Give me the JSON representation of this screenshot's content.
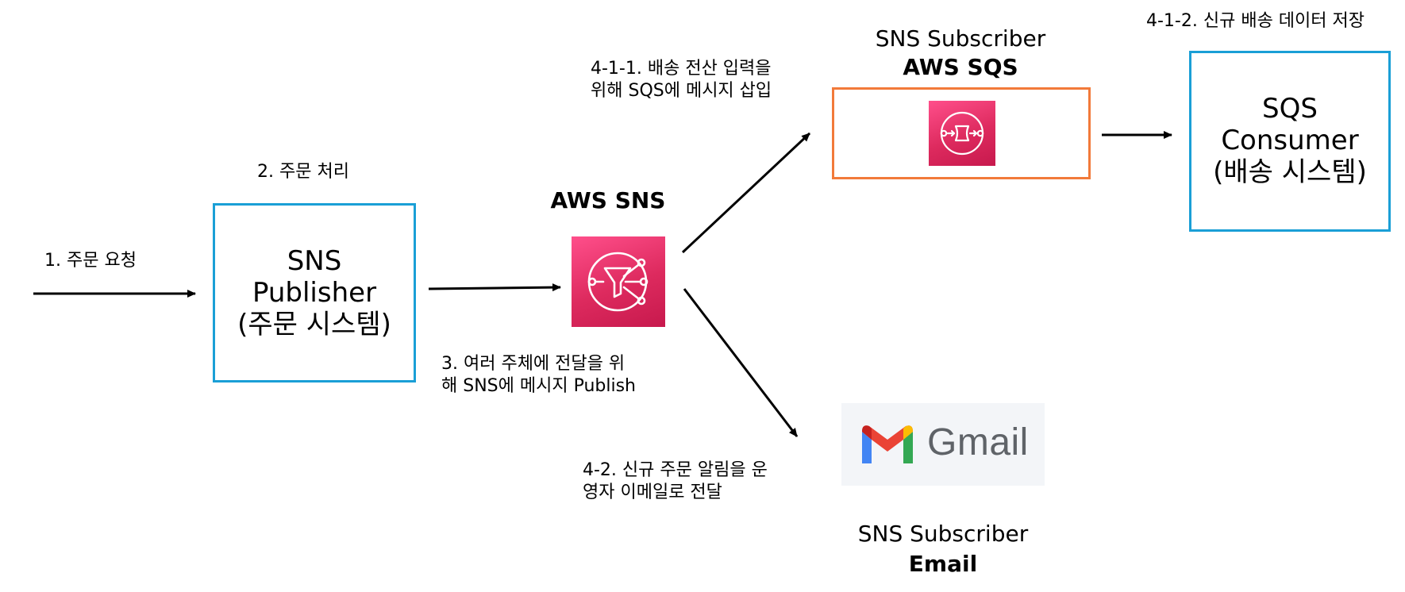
{
  "steps": {
    "s1": "1.  주문 요청",
    "s2": "2. 주문 처리",
    "s3_line1": "3. 여러 주체에 전달을 위",
    "s3_line2": "해 SNS에 메시지 Publish",
    "s411_line1": "4-1-1. 배송 전산 입력을",
    "s411_line2": "위해 SQS에 메시지 삽입",
    "s412": "4-1-2. 신규 배송 데이터 저장",
    "s42_line1": "4-2. 신규 주문 알림을 운",
    "s42_line2": "영자 이메일로 전달"
  },
  "publisher": {
    "line1": "SNS",
    "line2": "Publisher",
    "line3": "(주문 시스템)"
  },
  "sns": {
    "title": "AWS SNS",
    "icon": "sns-fanout-icon"
  },
  "sqs_subscriber": {
    "caption": "SNS Subscriber",
    "title": "AWS SQS",
    "icon": "sqs-queue-icon"
  },
  "consumer": {
    "line1": "SQS",
    "line2": "Consumer",
    "line3": "(배송 시스템)"
  },
  "email_subscriber": {
    "gmail_text": "Gmail",
    "icon": "gmail-logo",
    "caption": "SNS Subscriber",
    "title": "Email"
  },
  "colors": {
    "box_border_blue": "#1a9fd6",
    "box_border_orange": "#f27a3a",
    "aws_icon_pink": "#dd2a5e"
  }
}
